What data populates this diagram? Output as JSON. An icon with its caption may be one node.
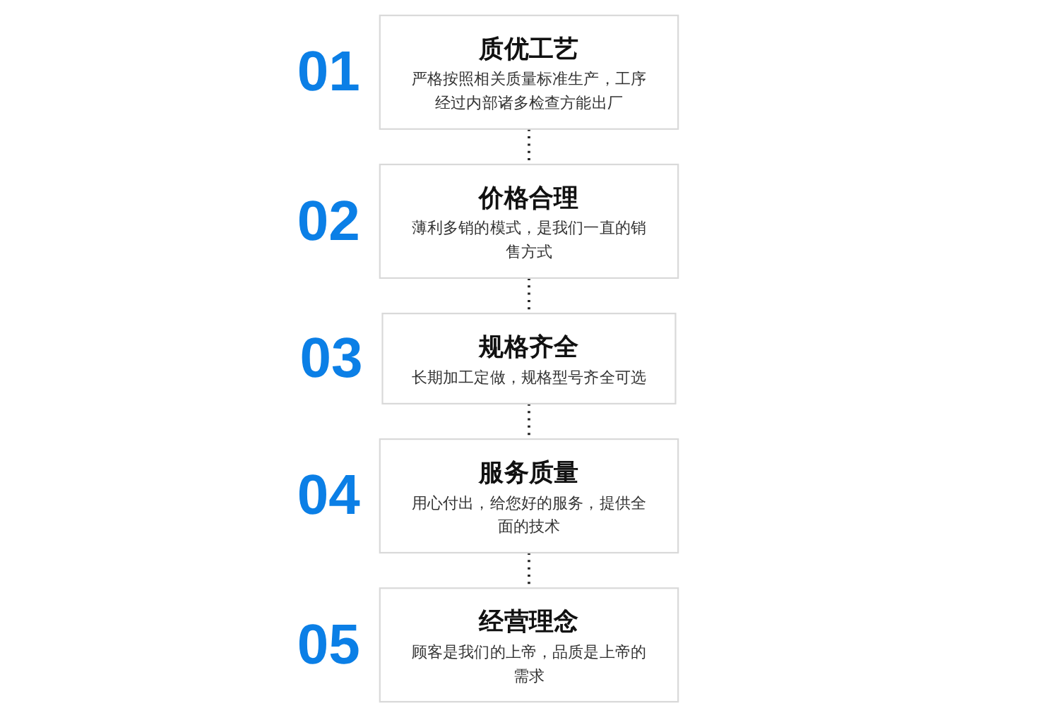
{
  "diagram": {
    "nodes": [
      {
        "text": [
          "质优工艺",
          "严格按照相关质量标准生产，工序经过内部诸多检查方能出厂"
        ],
        "beside": [
          "01"
        ]
      },
      {
        "text": [
          "价格合理",
          "薄利多销的模式，是我们一直的销售方式"
        ],
        "beside": [
          "02"
        ]
      },
      {
        "text": [
          "规格齐全",
          "长期加工定做，规格型号齐全可选"
        ],
        "beside": [
          "03"
        ]
      },
      {
        "text": [
          "服务质量",
          "用心付出，给您好的服务，提供全面的技术"
        ],
        "beside": [
          "04"
        ]
      },
      {
        "text": [
          "经营理念",
          "顾客是我们的上帝，品质是上帝的需求"
        ],
        "beside": [
          "05"
        ]
      }
    ],
    "edges": [
      {
        "from": 0,
        "to": 1,
        "arrow": "none",
        "style": "dashed"
      },
      {
        "from": 1,
        "to": 2,
        "arrow": "none",
        "style": "dashed"
      },
      {
        "from": 2,
        "to": 3,
        "arrow": "none",
        "style": "dashed"
      },
      {
        "from": 3,
        "to": 4,
        "arrow": "none",
        "style": "dashed"
      }
    ]
  }
}
